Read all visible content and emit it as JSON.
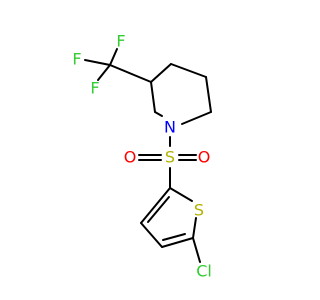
{
  "atoms": {
    "F_top": {
      "label": "F",
      "color": "#33cc33"
    },
    "F_left": {
      "label": "F",
      "color": "#33cc33"
    },
    "F_bottom": {
      "label": "F",
      "color": "#33cc33"
    },
    "N": {
      "label": "N",
      "color": "#0000ff"
    },
    "S_sulfonyl": {
      "label": "S",
      "color": "#b2b200"
    },
    "O_left": {
      "label": "O",
      "color": "#ff0000"
    },
    "O_right": {
      "label": "O",
      "color": "#ff0000"
    },
    "S_ring": {
      "label": "S",
      "color": "#b2b200"
    },
    "Cl": {
      "label": "Cl",
      "color": "#33cc33"
    }
  },
  "bond_color": "#000000",
  "background": "#ffffff"
}
